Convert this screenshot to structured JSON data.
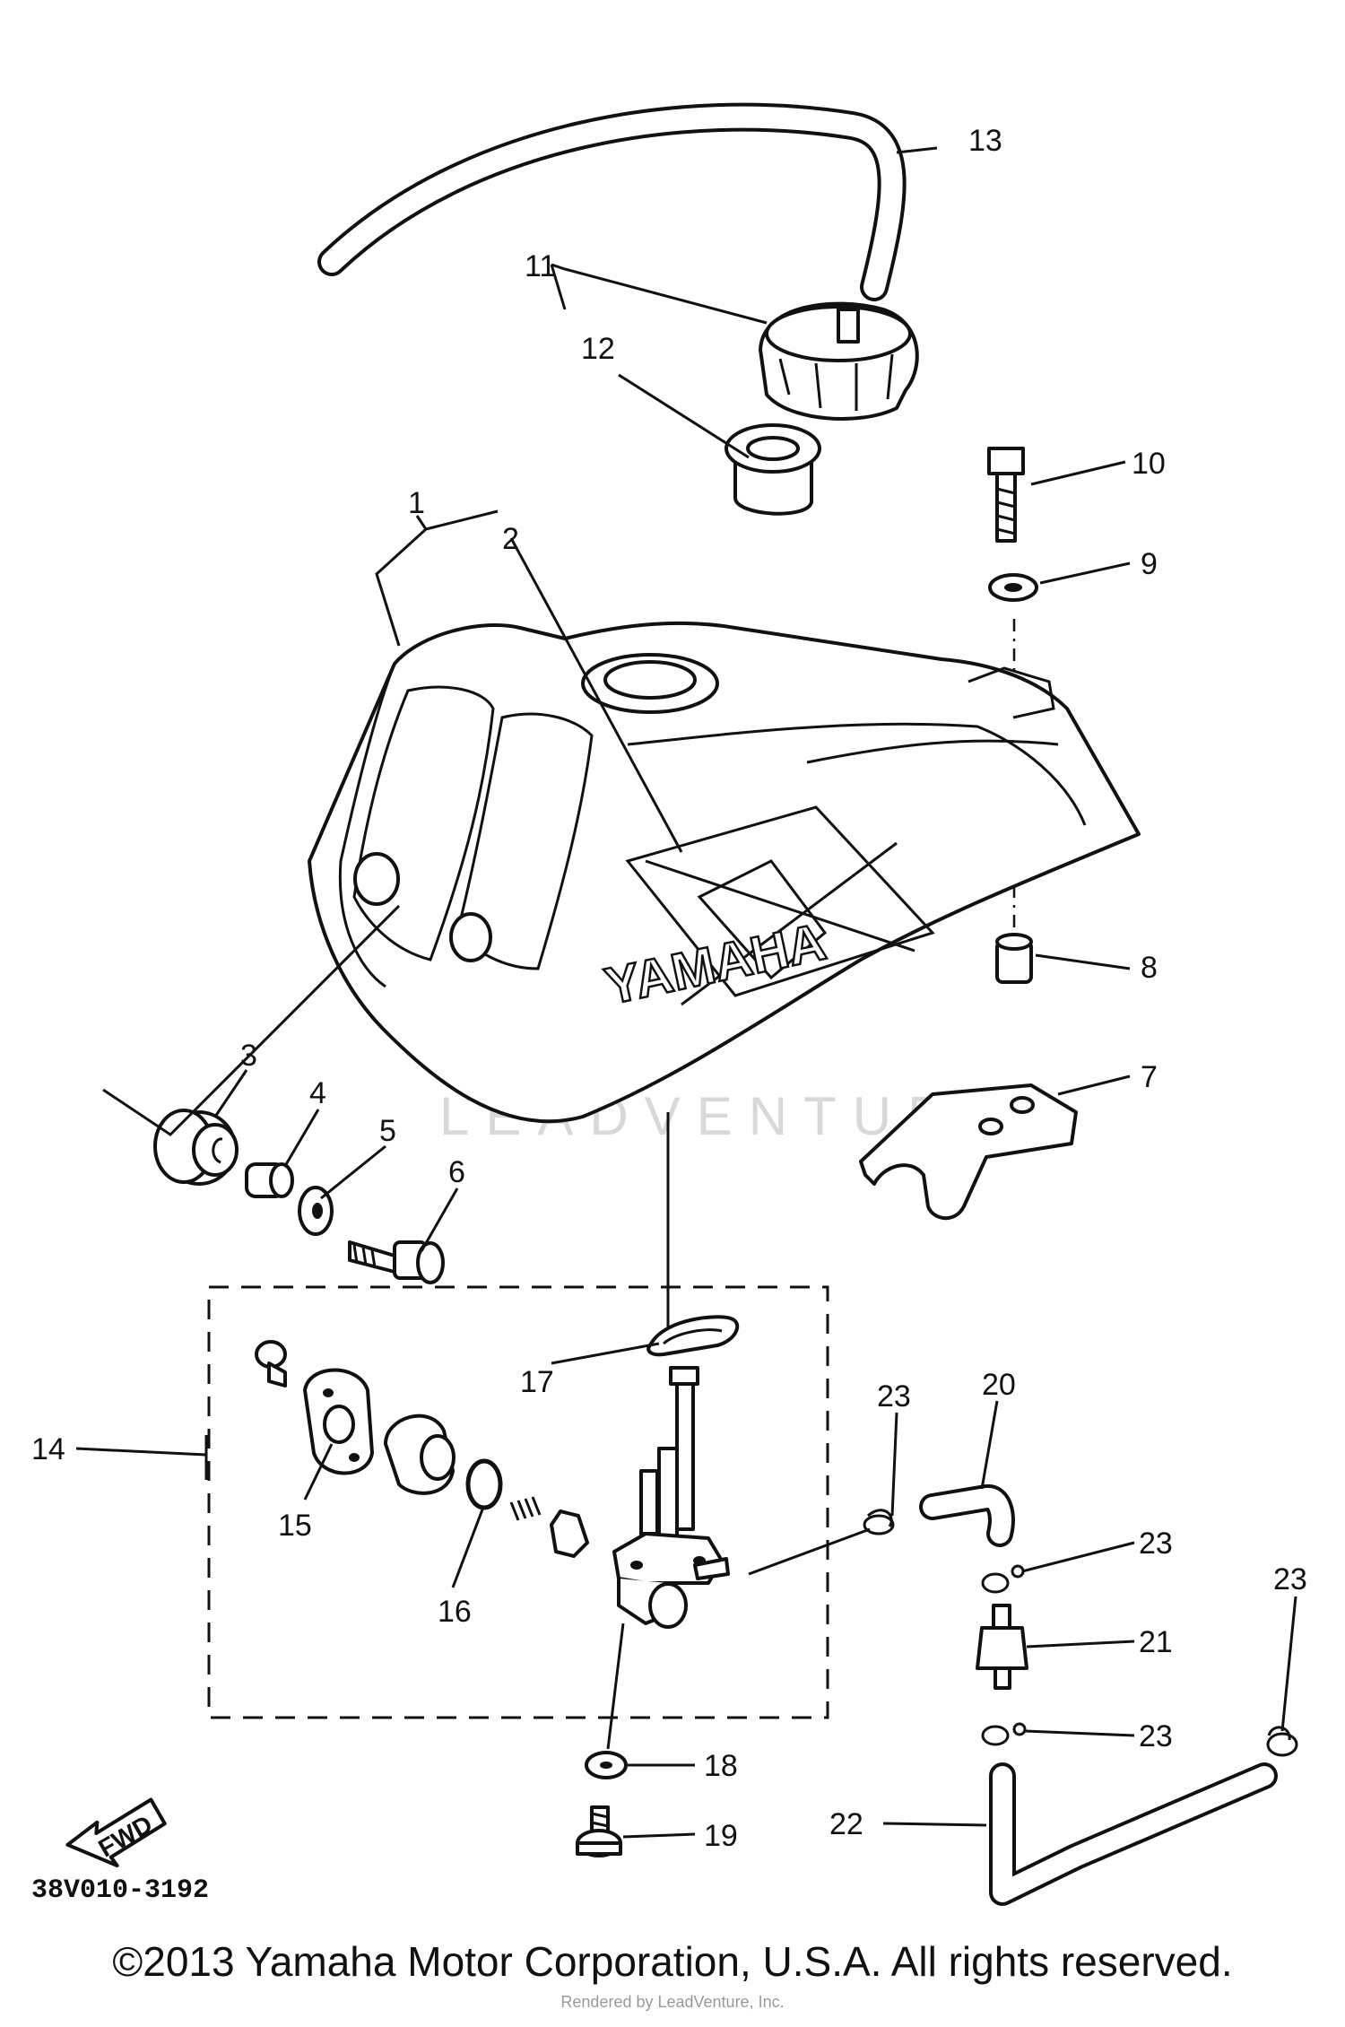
{
  "diagram": {
    "code": "38V010-3192",
    "logo_text": "YAMAHA",
    "direction_label": "FWD",
    "watermark": "LEADVENTURE",
    "callouts": [
      {
        "id": "c1",
        "label": "1"
      },
      {
        "id": "c2",
        "label": "2"
      },
      {
        "id": "c3",
        "label": "3"
      },
      {
        "id": "c4",
        "label": "4"
      },
      {
        "id": "c5",
        "label": "5"
      },
      {
        "id": "c6",
        "label": "6"
      },
      {
        "id": "c7",
        "label": "7"
      },
      {
        "id": "c8",
        "label": "8"
      },
      {
        "id": "c9",
        "label": "9"
      },
      {
        "id": "c10",
        "label": "10"
      },
      {
        "id": "c11",
        "label": "11"
      },
      {
        "id": "c12",
        "label": "12"
      },
      {
        "id": "c13",
        "label": "13"
      },
      {
        "id": "c14",
        "label": "14"
      },
      {
        "id": "c15",
        "label": "15"
      },
      {
        "id": "c16",
        "label": "16"
      },
      {
        "id": "c17",
        "label": "17"
      },
      {
        "id": "c18",
        "label": "18"
      },
      {
        "id": "c19",
        "label": "19"
      },
      {
        "id": "c20",
        "label": "20"
      },
      {
        "id": "c21",
        "label": "21"
      },
      {
        "id": "c22",
        "label": "22"
      },
      {
        "id": "c23a",
        "label": "23"
      },
      {
        "id": "c23b",
        "label": "23"
      },
      {
        "id": "c23c",
        "label": "23"
      },
      {
        "id": "c23d",
        "label": "23"
      }
    ]
  },
  "footer": {
    "copyright": "©2013 Yamaha Motor Corporation, U.S.A. All rights reserved.",
    "rendered_by": "Rendered by LeadVenture, Inc."
  }
}
